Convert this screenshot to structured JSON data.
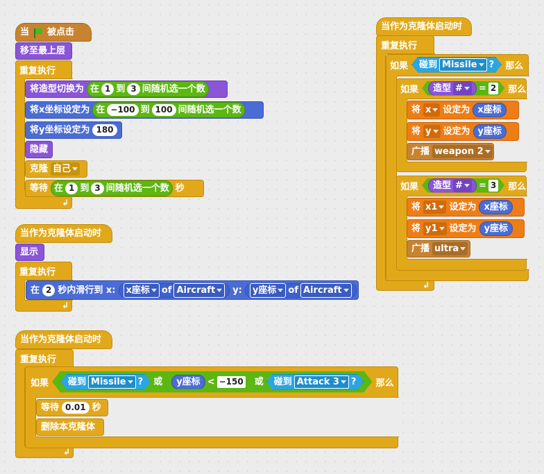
{
  "script1": {
    "hat": {
      "when": "当",
      "clicked": "被点击"
    },
    "go_front": "移至最上层",
    "forever": "重复执行",
    "switch_costume": {
      "label": "将造型切换为",
      "pick": {
        "in": "在",
        "from": "1",
        "to_word": "到",
        "to": "3",
        "suffix": "间随机选一个数"
      }
    },
    "set_x": {
      "label": "将x坐标设定为",
      "pick": {
        "in": "在",
        "from": "−100",
        "to_word": "到",
        "to": "100",
        "suffix": "间随机选一个数"
      }
    },
    "set_y": {
      "label": "将y坐标设定为",
      "value": "180"
    },
    "hide": "隐藏",
    "clone": {
      "label": "克隆",
      "target": "自己"
    },
    "wait": {
      "label": "等待",
      "pick": {
        "in": "在",
        "from": "1",
        "to_word": "到",
        "to": "3",
        "suffix": "间随机选一个数"
      },
      "unit": "秒"
    }
  },
  "script2": {
    "hat": "当作为克隆体启动时",
    "show": "显示",
    "forever": "重复执行",
    "glide": {
      "in": "在",
      "secs": "2",
      "label": "秒内滑行到 x:",
      "x_attr": "x座标",
      "of": "of",
      "x_obj": "Aircraft",
      "y_label": "y:",
      "y_attr": "y座标",
      "y_obj": "Aircraft"
    }
  },
  "script3": {
    "hat": "当作为克隆体启动时",
    "forever": "重复执行",
    "if": {
      "label": "如果",
      "touch1": {
        "label": "碰到",
        "target": "Missile",
        "q": "?"
      },
      "or1": "或",
      "ypos": "y座标",
      "lt": "<",
      "lt_val": "−150",
      "or2": "或",
      "touch2": {
        "label": "碰到",
        "target": "Attack 3",
        "q": "?"
      },
      "then": "那么"
    },
    "wait": {
      "label": "等待",
      "value": "0.01",
      "unit": "秒"
    },
    "delete": "删除本克隆体"
  },
  "script4": {
    "hat": "当作为克隆体启动时",
    "forever": "重复执行",
    "if_outer": {
      "label": "如果",
      "touch_label": "碰到",
      "target": "Missile",
      "q": "?",
      "then": "那么"
    },
    "if_a": {
      "label": "如果",
      "costume": "造型",
      "hash": "#",
      "eq": "=",
      "value": "2",
      "then": "那么"
    },
    "set_a1": {
      "label": "将",
      "var": "x",
      "mid": "设定为",
      "rep": "x座标"
    },
    "set_a2": {
      "label": "将",
      "var": "y",
      "mid": "设定为",
      "rep": "y座标"
    },
    "broadcast_a": {
      "label": "广播",
      "msg": "weapon 2"
    },
    "if_b": {
      "label": "如果",
      "costume": "造型",
      "hash": "#",
      "eq": "=",
      "value": "3",
      "then": "那么"
    },
    "set_b1": {
      "label": "将",
      "var": "x1",
      "mid": "设定为",
      "rep": "x座标"
    },
    "set_b2": {
      "label": "将",
      "var": "y1",
      "mid": "设定为",
      "rep": "y座标"
    },
    "broadcast_b": {
      "label": "广播",
      "msg": "ultra"
    }
  },
  "colors": {
    "control": "#e1a91a",
    "looks": "#8a55d7",
    "motion": "#4a6cd4",
    "operators": "#5cb712",
    "sensing": "#2ca5e2",
    "data": "#ee7d16",
    "events": "#c88330"
  }
}
